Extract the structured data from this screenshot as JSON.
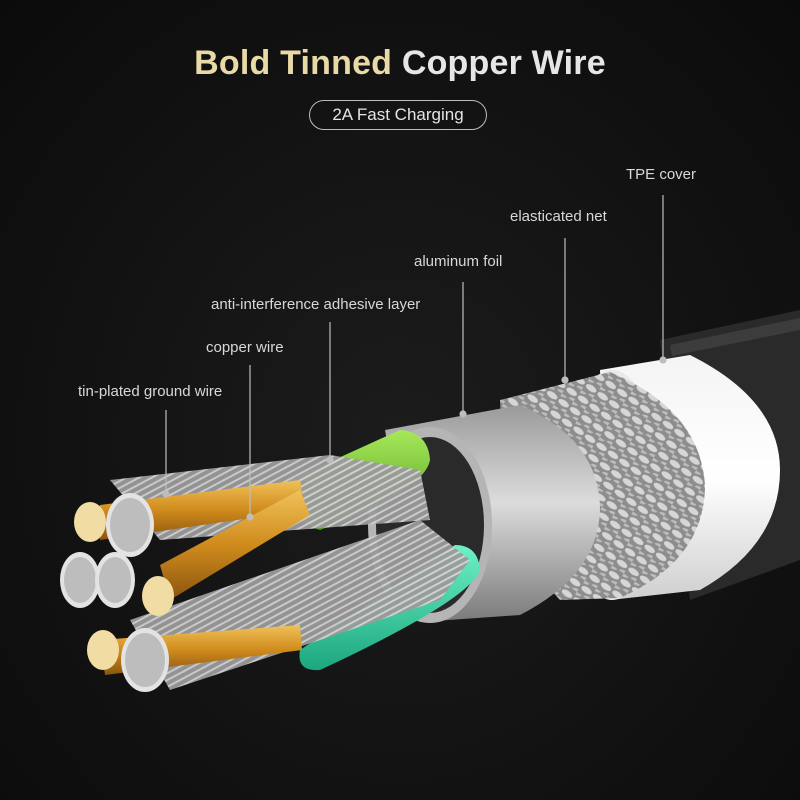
{
  "headline": {
    "part1": "Bold Tinned",
    "part2": "Copper Wire"
  },
  "badge": "2A Fast Charging",
  "callouts": {
    "tpe_cover": "TPE cover",
    "elasticated_net": "elasticated net",
    "aluminum_foil": "aluminum foil",
    "adhesive_layer": "anti-interference adhesive layer",
    "copper_wire": "copper wire",
    "ground_wire": "tin-plated ground wire"
  },
  "colors": {
    "title_gold": "#e8d9a6",
    "title_white": "#e6e6e6",
    "green_wire": "#7fd236",
    "cyan_wire": "#35d6a8",
    "copper": "#d79a2a",
    "background": "#141414"
  }
}
